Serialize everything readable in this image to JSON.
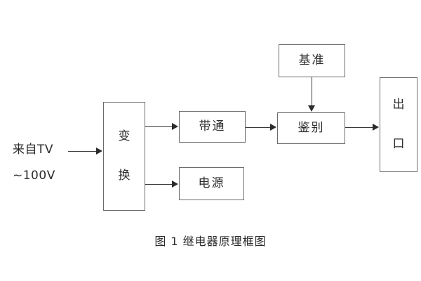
{
  "figure": {
    "caption": "图 1 继电器原理框图",
    "background_color": "#ffffff",
    "line_color": "#3a3a3a",
    "box_border_color": "#6b6b6b",
    "text_color": "#2b2b2b"
  },
  "source_label": {
    "line1": "来自TV",
    "line2": "~100V"
  },
  "blocks": [
    {
      "id": "convert",
      "label": "变换",
      "char1": "变",
      "char2": "换",
      "orientation": "vertical"
    },
    {
      "id": "bandpass",
      "label": "带通",
      "orientation": "horizontal"
    },
    {
      "id": "power",
      "label": "电源",
      "orientation": "horizontal"
    },
    {
      "id": "reference",
      "label": "基准",
      "orientation": "horizontal"
    },
    {
      "id": "discriminate",
      "label": "鉴别",
      "orientation": "horizontal"
    },
    {
      "id": "output",
      "label": "出口",
      "char1": "出",
      "char2": "口",
      "orientation": "vertical"
    }
  ],
  "connections": [
    {
      "from": "source",
      "to": "convert",
      "direction": "right"
    },
    {
      "from": "convert",
      "to": "bandpass",
      "direction": "right"
    },
    {
      "from": "convert",
      "to": "power",
      "direction": "right"
    },
    {
      "from": "bandpass",
      "to": "discriminate",
      "direction": "right"
    },
    {
      "from": "reference",
      "to": "discriminate",
      "direction": "down"
    },
    {
      "from": "discriminate",
      "to": "output",
      "direction": "right"
    }
  ]
}
